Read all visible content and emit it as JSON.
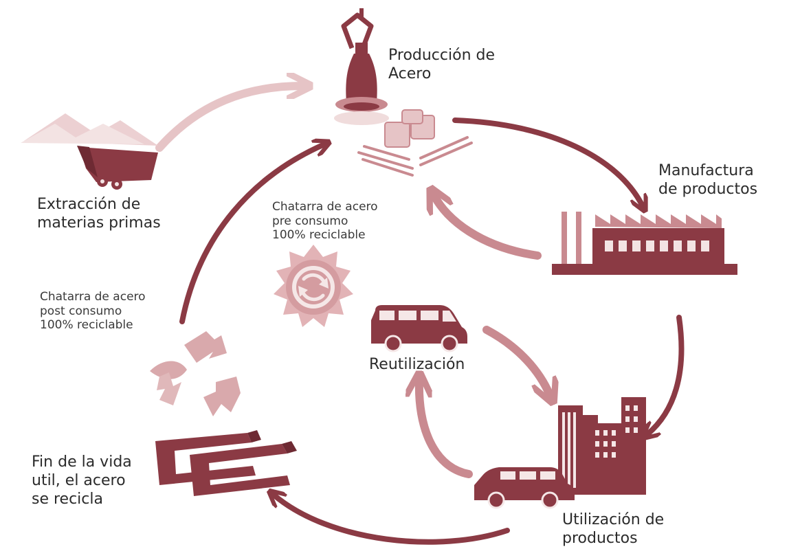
{
  "diagram": {
    "colors": {
      "primary": "#8b3a44",
      "light": "#c98a90",
      "pale": "#e6c4c6",
      "very_pale": "#f0dcdc"
    },
    "stages": {
      "steel_production": {
        "line1": "Producción de",
        "line2": "Acero",
        "icon": "steel-ladle-icon"
      },
      "manufacturing": {
        "line1": "Manufactura",
        "line2": "de productos",
        "icon": "factory-icon"
      },
      "product_use": {
        "line1": "Utilización de",
        "line2": "productos",
        "icon": "city-buildings-icon"
      },
      "end_of_life": {
        "line1": "Fin de la vida",
        "line2": "util, el acero",
        "line3": "se recicla",
        "icon": "steel-beams-icon"
      },
      "extraction": {
        "line1": "Extracción de",
        "line2": "materias primas",
        "icon": "mine-cart-icon"
      },
      "reuse": {
        "label": "Reutilización",
        "icon": "van-icon"
      }
    },
    "notes": {
      "pre_consumer": {
        "line1": "Chatarra de acero",
        "line2": "pre consumo",
        "line3": "100% reciclable",
        "icon": "recycle-gear-icon"
      },
      "post_consumer": {
        "line1": "Chatarra de acero",
        "line2": "post consumo",
        "line3": "100% reciclable",
        "icon": "recycle-arrows-icon"
      }
    }
  }
}
